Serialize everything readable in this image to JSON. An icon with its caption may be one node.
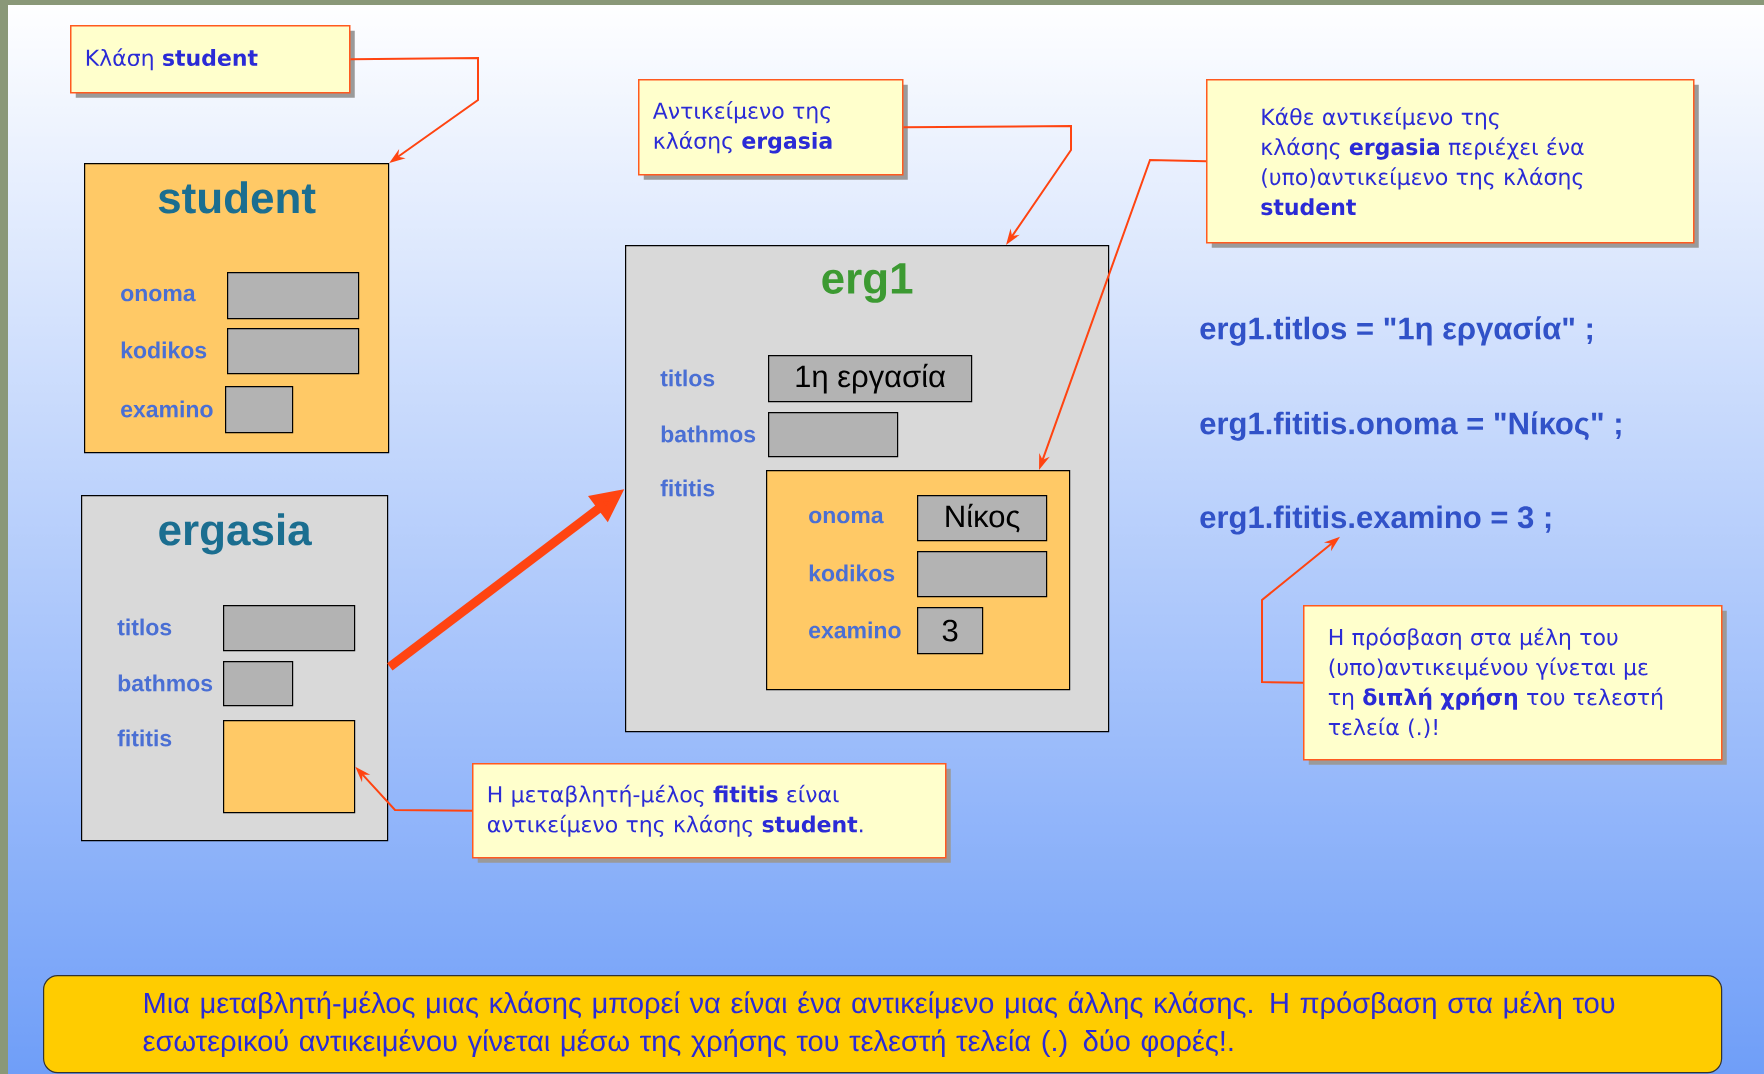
{
  "diagram": {
    "nodes": [
      {
        "text": [
          "Κλάση **student**"
        ]
      },
      {
        "text": [
          "student"
        ]
      },
      {
        "text": [],
        "shape": "box",
        "in": 1,
        "beside": [
          "onoma"
        ]
      },
      {
        "text": [],
        "shape": "box",
        "in": 1,
        "beside": [
          "kodikos"
        ]
      },
      {
        "text": [],
        "shape": "box",
        "in": 1,
        "beside": [
          "examino"
        ]
      },
      {
        "text": [
          "ergasia"
        ]
      },
      {
        "text": [],
        "shape": "box",
        "in": 5,
        "beside": [
          "titlos"
        ]
      },
      {
        "text": [],
        "shape": "box",
        "in": 5,
        "beside": [
          "bathmos"
        ]
      },
      {
        "text": [],
        "shape": "box",
        "in": 5,
        "beside": [
          "fititis"
        ]
      },
      {
        "text": [
          "Αντικείμενο της κλάσης **ergasia**"
        ]
      },
      {
        "text": [
          "Κάθε αντικείμενο της κλάσης **ergasia** περιέχει ένα (υπο)αντικείμενο της κλάσης **student**"
        ]
      },
      {
        "text": [
          "erg1"
        ]
      },
      {
        "text": [
          "1η εργασία"
        ],
        "in": 11,
        "beside": [
          "titlos"
        ]
      },
      {
        "text": [],
        "shape": "box",
        "in": 11,
        "beside": [
          "bathmos"
        ]
      },
      {
        "text": [],
        "shape": "box",
        "in": 11,
        "beside": [
          "fititis"
        ]
      },
      {
        "text": [
          "Νίκος"
        ],
        "in": 14,
        "beside": [
          "onoma"
        ]
      },
      {
        "text": [],
        "shape": "box",
        "in": 14,
        "beside": [
          "kodikos"
        ]
      },
      {
        "text": [
          "3"
        ],
        "in": 14,
        "beside": [
          "examino"
        ]
      },
      {
        "text": [
          "Η πρόσβαση στα μέλη του (υπο)αντικειμένου γίνεται με τη **διπλή χρήση** του τελεστή τελεία (.)!"
        ]
      },
      {
        "text": [
          "Η μεταβλητή-μέλος **fititis** είναι αντικείμενο της κλάσης **student**."
        ]
      },
      {
        "text": [
          "Μια μεταβλητή-μέλος μιας κλάσης μπορεί να είναι ένα αντικείμενο μιας άλλης κλάσης. Η πρόσβαση στα μέλη του εσωτερικού αντικειμένου γίνεται μέσω της χρήσης του τελεστή τελεία (.) δύο φορές!."
        ]
      },
      {
        "text": [
          "erg1.fititis.examino = 3 ;"
        ]
      }
    ],
    "edges": [
      {
        "from": 0,
        "to": 1,
        "arrow": "to"
      },
      {
        "from": 9,
        "to": 11,
        "arrow": "to"
      },
      {
        "from": 10,
        "to": 14,
        "arrow": "to"
      },
      {
        "from": 5,
        "to": 11,
        "arrow": "to",
        "style": "thick"
      },
      {
        "from": 19,
        "to": 8,
        "arrow": "to"
      },
      {
        "from": 18,
        "to": 21,
        "arrow": "to"
      }
    ],
    "labels": [
      "erg1.titlos = \"1η εργασία\" ;",
      "erg1.fititis.onoma = \"Νίκος\" ;"
    ]
  }
}
